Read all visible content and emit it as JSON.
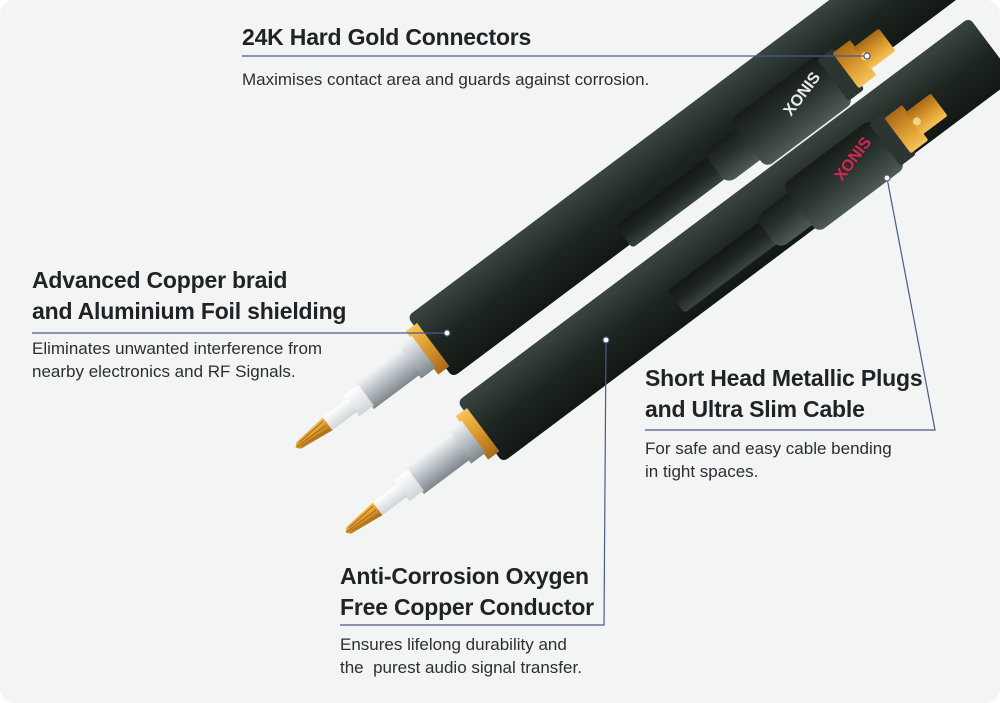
{
  "brand": {
    "logo_text": "XONIS"
  },
  "features": [
    {
      "title_lines": [
        "24K Hard Gold Connectors"
      ],
      "description_lines": [
        "Maximises contact area and guards against corrosion."
      ]
    },
    {
      "title_lines": [
        "Advanced Copper braid",
        "and Aluminium Foil shielding"
      ],
      "description_lines": [
        "Eliminates unwanted interference from",
        "nearby electronics and RF Signals."
      ]
    },
    {
      "title_lines": [
        "Short Head Metallic Plugs",
        "and Ultra Slim Cable"
      ],
      "description_lines": [
        "For safe and easy cable bending",
        "in tight spaces."
      ]
    },
    {
      "title_lines": [
        "Anti-Corrosion Oxygen",
        "Free Copper Conductor"
      ],
      "description_lines": [
        "Ensures lifelong durability and",
        "the  purest audio signal transfer."
      ]
    }
  ],
  "colors": {
    "background": "#f2f5f4",
    "cable_jacket": "#1e2622",
    "gold": "#d9972a",
    "leader_line": "#4a5a8a",
    "logo_white": "#e8ecea",
    "logo_red": "#d4284e"
  }
}
